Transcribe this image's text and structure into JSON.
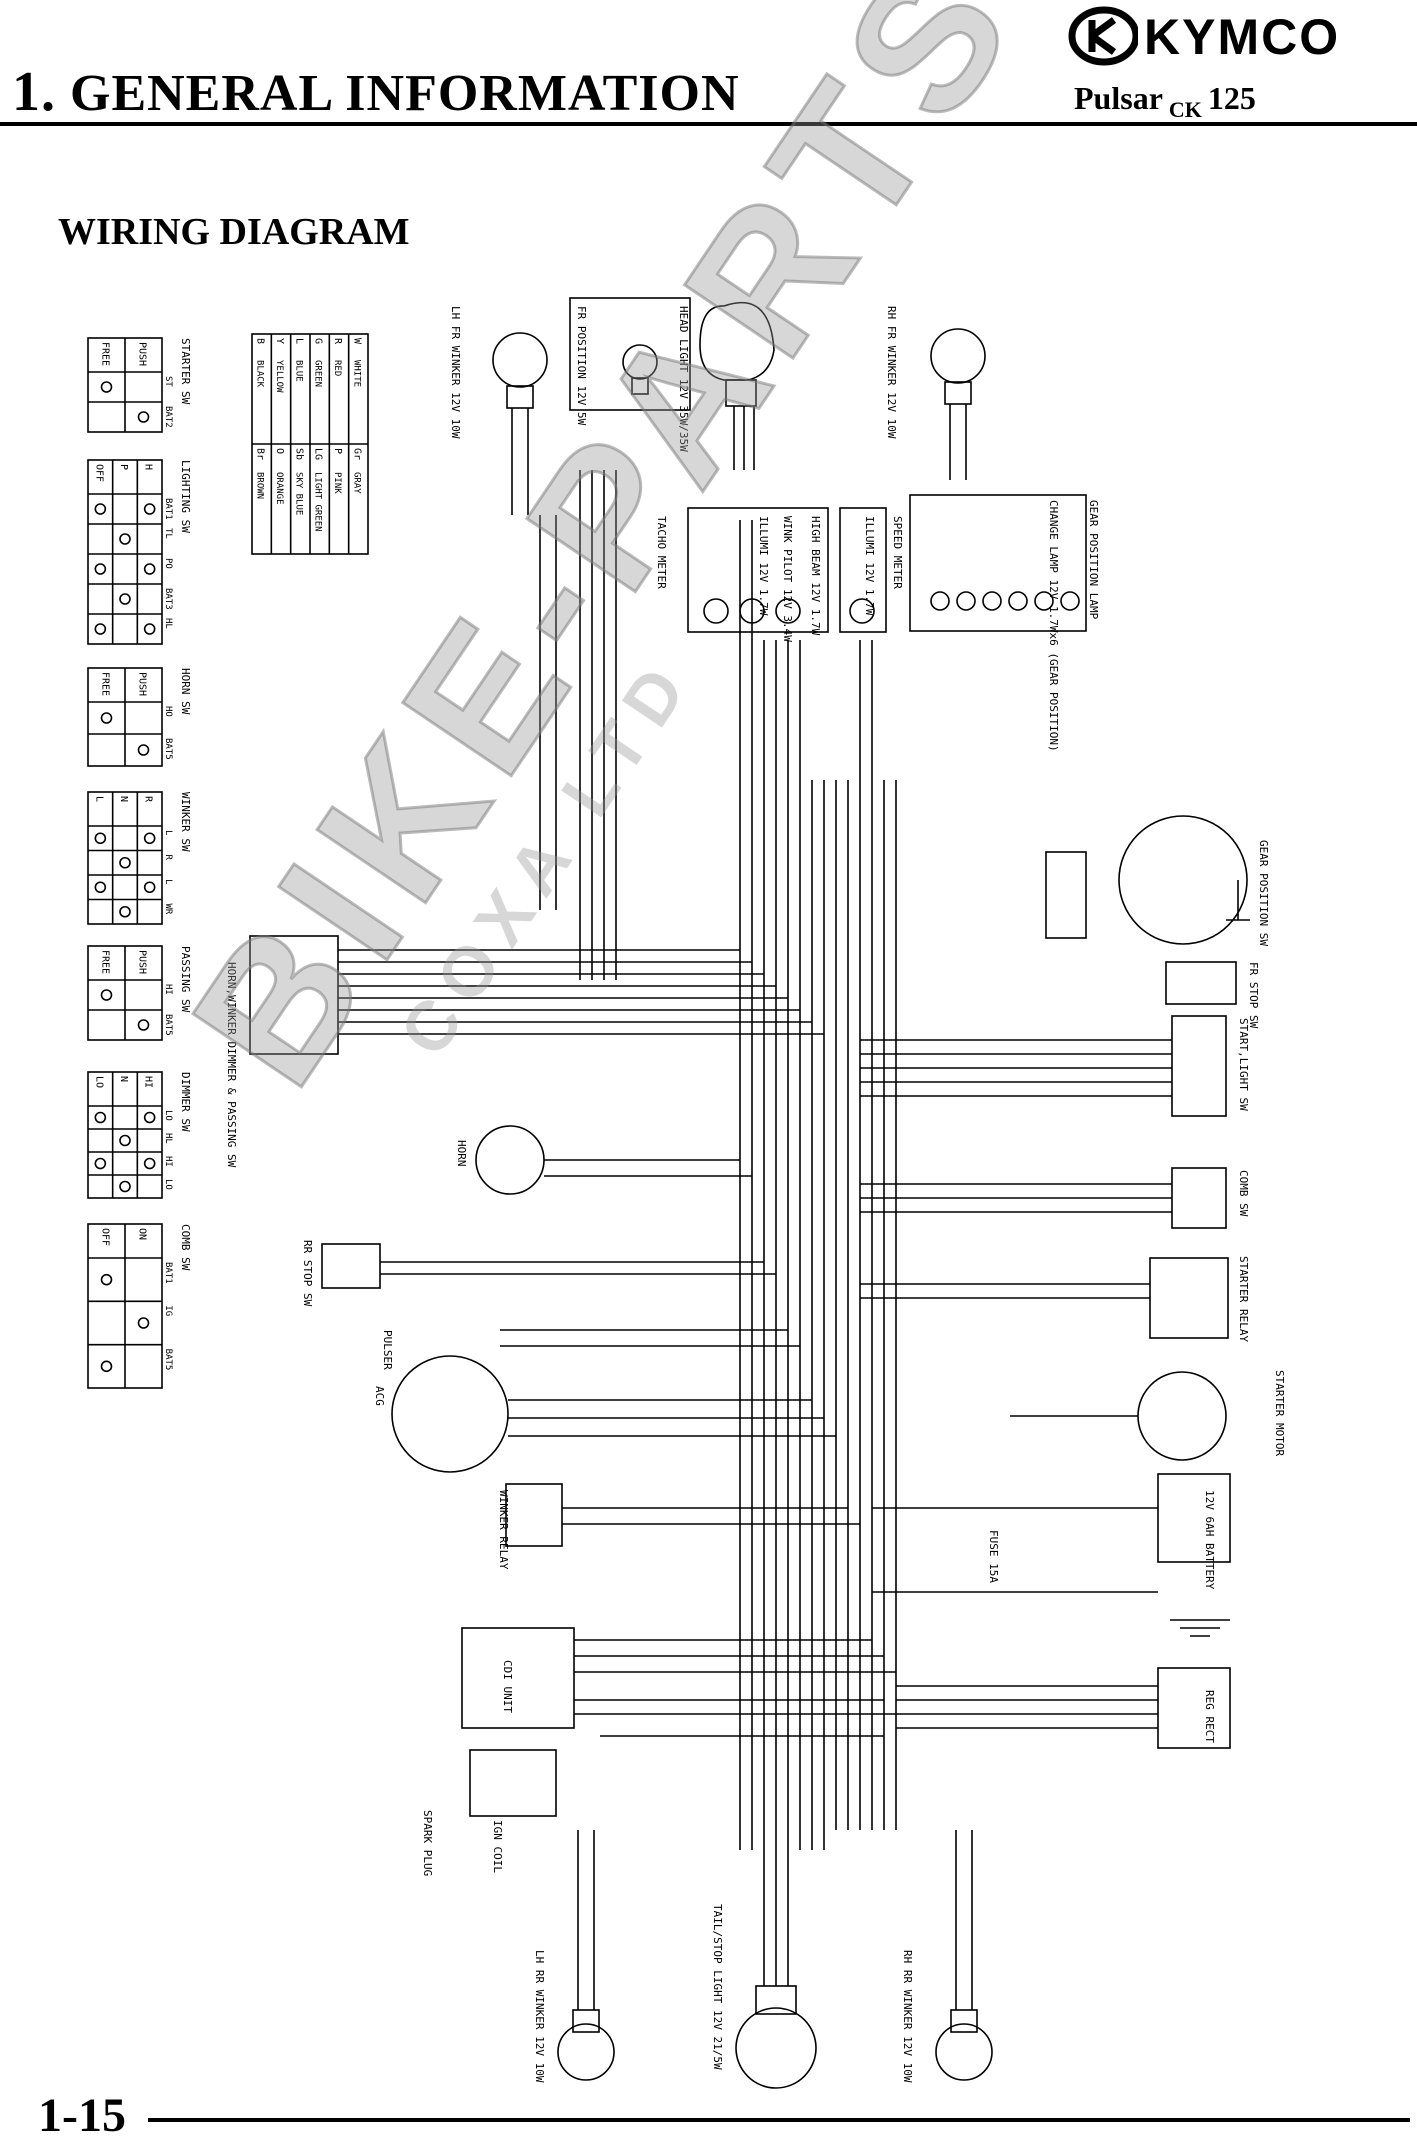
{
  "header": {
    "chapter_number": "1.",
    "chapter_title": "GENERAL INFORMATION",
    "model_name": "Pulsar",
    "model_sub": "CK",
    "model_cc": "125",
    "brand": "KYMCO"
  },
  "section_title": "WIRING DIAGRAM",
  "page_number": "1-15",
  "watermark": {
    "line1": "BIKE-PARTS",
    "line2": "COXA LTD"
  },
  "color_codes": [
    [
      "B",
      "BLACK",
      "Br",
      "BROWN"
    ],
    [
      "Y",
      "YELLOW",
      "O",
      "ORANGE"
    ],
    [
      "L",
      "BLUE",
      "Sb",
      "SKY BLUE"
    ],
    [
      "G",
      "GREEN",
      "LG",
      "LIGHT GREEN"
    ],
    [
      "R",
      "RED",
      "P",
      "PINK"
    ],
    [
      "W",
      "WHITE",
      "Gr",
      "GRAY"
    ]
  ],
  "switch_tables": [
    {
      "title": "STARTER SW",
      "cols": [
        "ST",
        "BAT2"
      ],
      "rows": [
        "FREE",
        "PUSH"
      ]
    },
    {
      "title": "LIGHTING SW",
      "cols": [
        "BAT1",
        "TL",
        "PO",
        "BAT3",
        "HL"
      ],
      "rows": [
        "OFF",
        "P",
        "H"
      ]
    },
    {
      "title": "HORN SW",
      "cols": [
        "HO",
        "BAT5"
      ],
      "rows": [
        "FREE",
        "PUSH"
      ]
    },
    {
      "title": "WINKER SW",
      "cols": [
        "L",
        "R",
        "L",
        "WR"
      ],
      "rows": [
        "L",
        "N",
        "R"
      ]
    },
    {
      "title": "PASSING SW",
      "cols": [
        "HI",
        "BAT5"
      ],
      "rows": [
        "FREE",
        "PUSH"
      ]
    },
    {
      "title": "DIMMER SW",
      "cols": [
        "LO",
        "HL",
        "HI",
        "LO"
      ],
      "rows": [
        "LO",
        "N",
        "HI"
      ]
    },
    {
      "title": "COMB SW",
      "cols": [
        "BAT1",
        "IG",
        "BAT5"
      ],
      "rows": [
        "OFF",
        "ON"
      ]
    }
  ],
  "components": {
    "lh_fr_winker": "LH FR WINKER 12V 10W",
    "fr_position": "FR POSITION 12V 5W",
    "head_light": "HEAD LIGHT 12V 35W/35W",
    "rh_fr_winker": "RH FR WINKER 12V 10W",
    "tacho_meter": "TACHO METER",
    "high_beam": "HIGH BEAM 12V 1.7W",
    "wink_pilot": "WINK PILOT 12V 3.4W",
    "illumi_tacho": "ILLUMI 12V 1.7W",
    "speed_meter": "SPEED METER",
    "illumi_speed": "ILLUMI 12V 1.7W",
    "gear_position_lamp": "GEAR POSITION LAMP",
    "change_lamp": "CHANGE LAMP 12V 1.7Wx6 (GEAR POSITION)",
    "gear_position_sw": "GEAR POSITION SW",
    "fr_stop_sw": "FR STOP SW",
    "start_light_sw": "START,LIGHT SW",
    "horn_winker_sw": "HORN,WINKER DIMMER & PASSING SW",
    "horn": "HORN",
    "comb_sw": "COMB SW",
    "rr_stop_sw": "RR STOP SW",
    "starter_relay": "STARTER RELAY",
    "pulser": "PULSER",
    "acg": "ACG",
    "starter_motor": "STARTER MOTOR",
    "winker_relay": "WINKER RELAY",
    "fuse": "FUSE 15A",
    "battery": "12V 6AH BATTERY",
    "cdi_unit": "CDI UNIT",
    "reg_rect": "REG RECT",
    "spark_plug": "SPARK PLUG",
    "ign_coil": "IGN COIL",
    "lh_rr_winker": "LH RR WINKER 12V 10W",
    "tail_stop_light": "TAIL/STOP LIGHT 12V 21/5W",
    "rh_rr_winker": "RH RR WINKER 12V 10W"
  }
}
